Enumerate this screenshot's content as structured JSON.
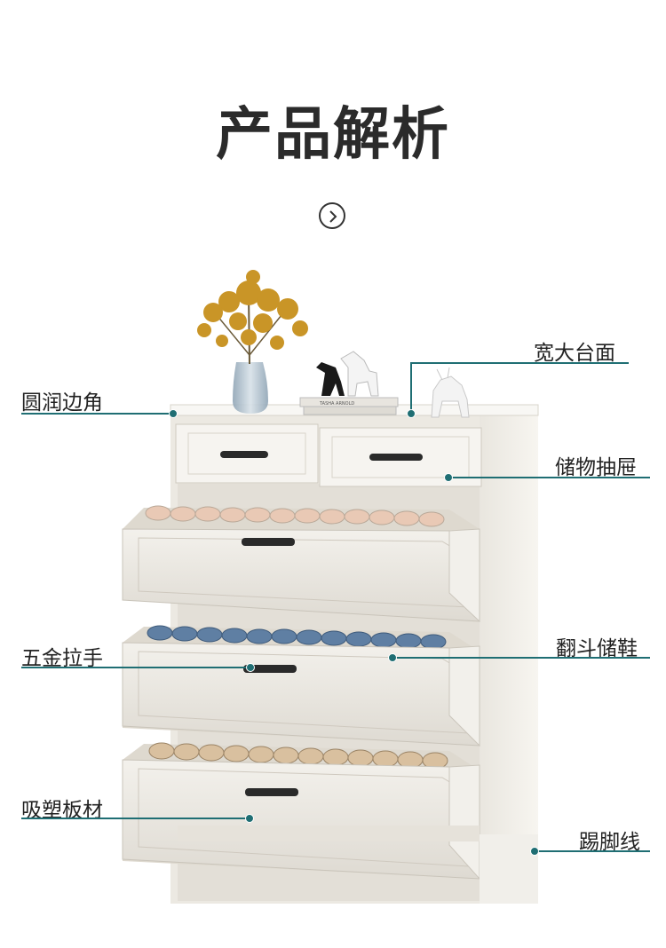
{
  "header": {
    "title": "产品解析",
    "next_icon": "chevron-right-circle-icon"
  },
  "product_image": {
    "caption_items": [
      "vase-with-dried-flowers",
      "dog-figurines",
      "books",
      "deer-figurine"
    ],
    "book_text": "TASHA ARNOLD"
  },
  "annotations": {
    "rounded_corner": "圆润边角",
    "wide_top": "宽大台面",
    "storage_drawer": "储物抽屉",
    "metal_handle": "五金拉手",
    "flip_shoe_storage": "翻斗储鞋",
    "pvc_board": "吸塑板材",
    "kick_line": "踢脚线"
  },
  "colors": {
    "accent": "#1f6e73",
    "cabinet": "#f1efe9",
    "title": "#2b2b2b"
  }
}
